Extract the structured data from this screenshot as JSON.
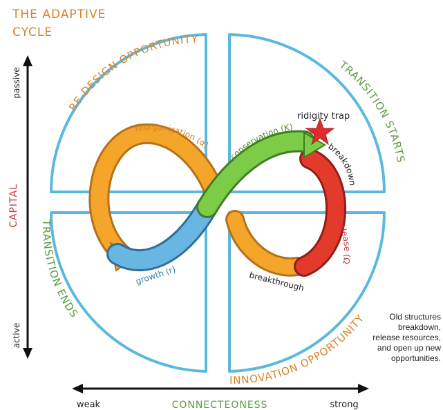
{
  "title": {
    "line1": "THE ADAPTIVE",
    "line2": "CYCLE"
  },
  "quadrants": {
    "redesign": "RE-DESIGN OPPORTUNITY",
    "transition_starts": "TRANSITION STARTS",
    "transition_ends": "TRANSITION ENDS",
    "innovation": "INNOVATION OPPORTUNITY"
  },
  "axes": {
    "y_label": "CAPITAL",
    "y_top": "passive",
    "y_bottom": "active",
    "x_label": "CONNECTEONESS",
    "x_left": "weak",
    "x_right": "strong"
  },
  "phases": {
    "reorganization": "reorganization (α)",
    "conservation": "conservation (K)",
    "growth": "growth (r)",
    "release": "release (Ω)",
    "breakdown": "breakdown",
    "breakthrough": "breakthrough",
    "ridigity_trap": "ridigity trap"
  },
  "note": {
    "lines": [
      "Old structures",
      "breakdown,",
      "release resources,",
      "and open up new",
      "opportunities."
    ]
  },
  "colors": {
    "title": "#d9822b",
    "quadrant_border": "#5cb8dd",
    "orange_phase": "#f4a52a",
    "green_phase": "#7ccc48",
    "blue_phase": "#6ab6e2",
    "red_phase": "#e23b2c",
    "capital_label": "#c0393b",
    "transition_label": "#5a9b40",
    "star": "#e32a2a"
  }
}
